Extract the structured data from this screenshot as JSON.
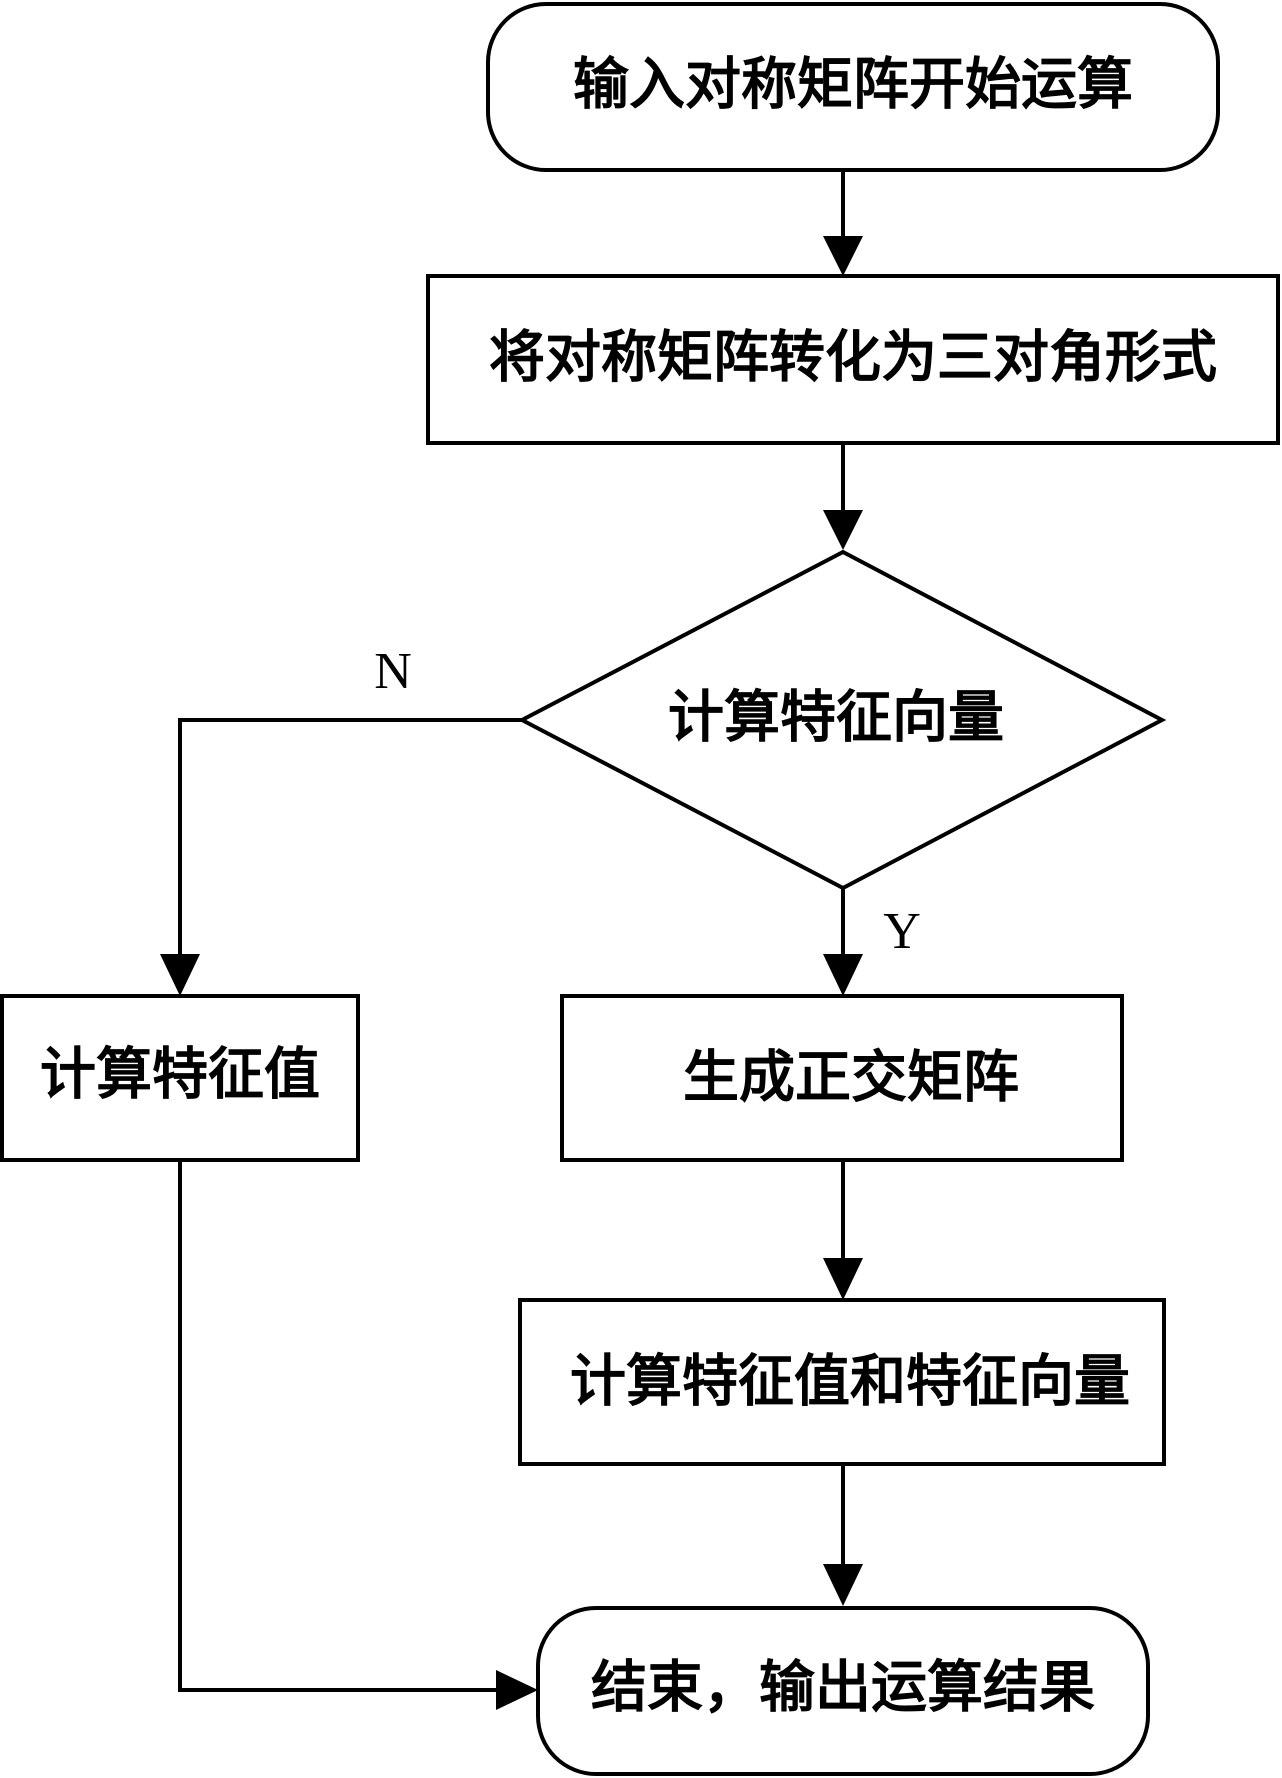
{
  "nodes": {
    "start": "输入对称矩阵开始运算",
    "tridiagonal": "将对称矩阵转化为三对角形式",
    "decision": "计算特征向量",
    "eigenvalues": "计算特征值",
    "orthogonal": "生成正交矩阵",
    "both": "计算特征值和特征向量",
    "end": "结束，输出运算结果"
  },
  "edges": {
    "no_label": "N",
    "yes_label": "Y"
  }
}
